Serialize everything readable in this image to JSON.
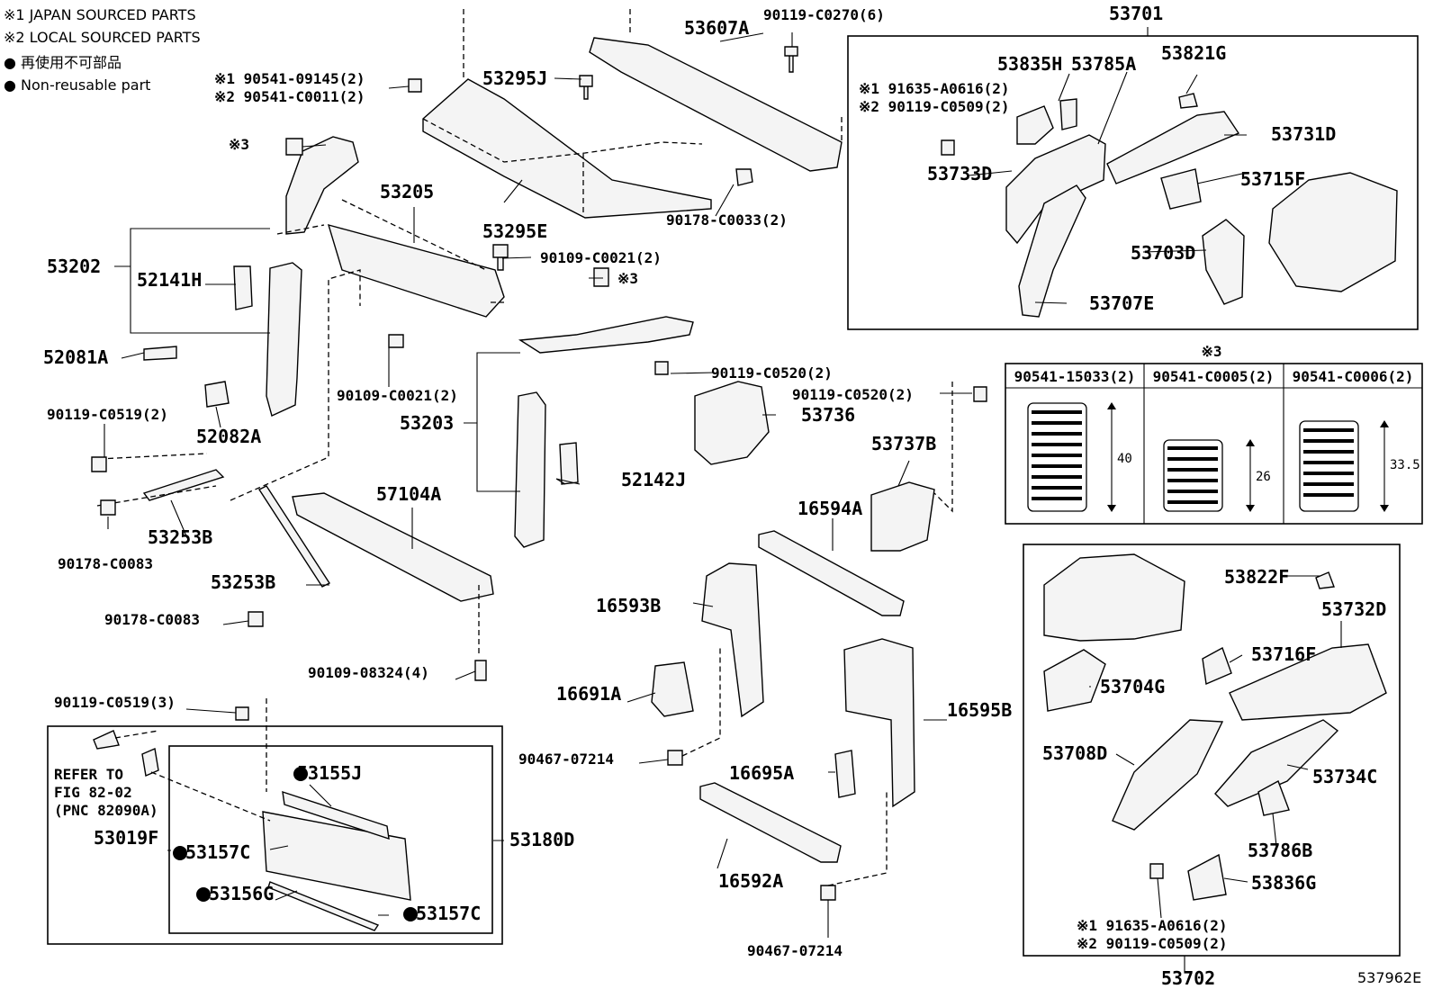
{
  "legend": {
    "note1": "※1 JAPAN SOURCED PARTS",
    "note2": "※2 LOCAL SOURCED PARTS",
    "note3": "● 再使用不可部品",
    "note4": "● Non-reusable part"
  },
  "labels": {
    "l53607A": "53607A",
    "l90119C0270": "90119-C0270(6)",
    "l53701": "53701",
    "l9054109145": "※1 90541-09145(2)",
    "l90541C0011": "※2 90541-C0011(2)",
    "l53295J": "53295J",
    "lx3a": "※3",
    "l53205": "53205",
    "l53295E": "53295E",
    "l90178C0033": "90178-C0033(2)",
    "l53202": "53202",
    "l52141H": "52141H",
    "l90109C0021a": "90109-C0021(2)",
    "lx3b": "※3",
    "l52081A": "52081A",
    "l90109C0021b": "90109-C0021(2)",
    "l90119C0519a": "90119-C0519(2)",
    "l52082A": "52082A",
    "l53203": "53203",
    "l90119C0520a": "90119-C0520(2)",
    "l90119C0520b": "90119-C0520(2)",
    "l53736": "53736",
    "l52142J": "52142J",
    "l53737B": "53737B",
    "l53253Ba": "53253B",
    "l90178C0083a": "90178-C0083",
    "l57104A": "57104A",
    "l16594A": "16594A",
    "l53253Bb": "53253B",
    "l90178C0083b": "90178-C0083",
    "l16593B": "16593B",
    "l90109-08324": "90109-08324(4)",
    "l16691A": "16691A",
    "l90119C0519b": "90119-C0519(3)",
    "l16595B": "16595B",
    "l90467a": "90467-07214",
    "l16695A": "16695A",
    "l53155J": "53155J",
    "lrefer1": "REFER TO",
    "lrefer2": "FIG 82-02",
    "lrefer3": "(PNC 82090A)",
    "l53019F": "53019F",
    "l53157Ca": "53157C",
    "l53180D": "53180D",
    "l53156G": "53156G",
    "l53157Cb": "53157C",
    "l16592A": "16592A",
    "l90467b": "90467-07214",
    "r53835H": "53835H",
    "r53785A": "53785A",
    "r53821G": "53821G",
    "r91635a": "※1 91635-A0616(2)",
    "r90119C0509a": "※2 90119-C0509(2)",
    "r53731D": "53731D",
    "r53733D": "53733D",
    "r53715F": "53715F",
    "r53703D": "53703D",
    "r53707E": "53707E",
    "s53822F": "53822F",
    "s53732D": "53732D",
    "s53716F": "53716F",
    "s53704G": "53704G",
    "s53708D": "53708D",
    "s53734C": "53734C",
    "s53786B": "53786B",
    "s53836G": "53836G",
    "s91635b": "※1 91635-A0616(2)",
    "s90119C0509b": "※2 90119-C0509(2)",
    "s53702": "53702",
    "figid": "537962E"
  },
  "spring_table": {
    "title": "※3",
    "col1": "90541-15033(2)",
    "col2": "90541-C0005(2)",
    "col3": "90541-C0006(2)",
    "dim1": "40",
    "dim2": "26",
    "dim3": "33.5"
  }
}
